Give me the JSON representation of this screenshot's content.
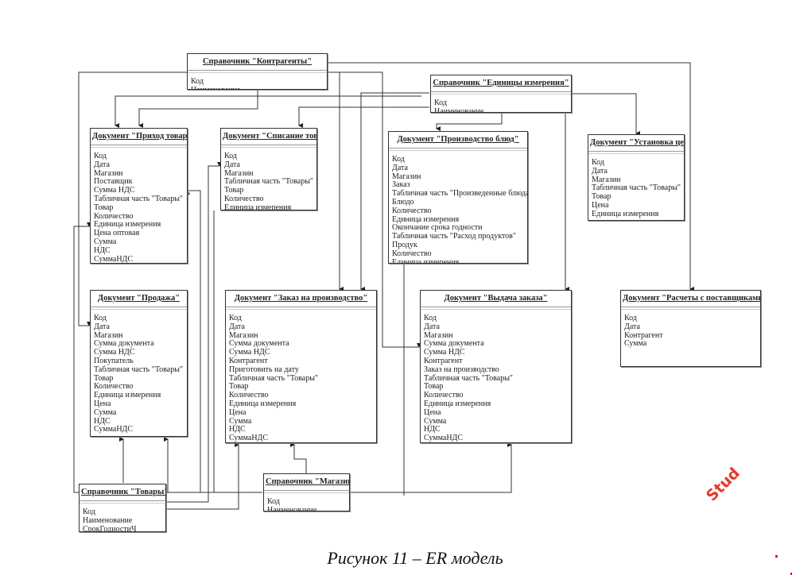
{
  "caption": "Рисунок 11 – ER модель",
  "watermark": "Stud",
  "entities": {
    "kontragenty": {
      "title": "Справочник \"Контрагенты\"",
      "fields": [
        "Код",
        "Наименование"
      ]
    },
    "edinicy": {
      "title": "Справочник \"Единицы измерения\"",
      "fields": [
        "Код",
        "Наименование"
      ]
    },
    "prihod": {
      "title": "Документ \"Приход товаров\"",
      "fields": [
        "Код",
        "Дата",
        "Магазин",
        "Поставщик",
        "Сумма НДС",
        "Табличная часть \"Товары\"",
        "Товар",
        "Количество",
        "Единица измерения",
        "Цена оптовая",
        "Сумма",
        "НДС",
        "СуммаНДС"
      ]
    },
    "spisanie": {
      "title": "Документ \"Списание товаров\"",
      "fields": [
        "Код",
        "Дата",
        "Магазин",
        "Табличная часть \"Товары\"",
        "Товар",
        "Количество",
        "Единица измерения"
      ]
    },
    "proizvodstvo": {
      "title": "Документ \"Производство блюд\"",
      "fields": [
        "Код",
        "Дата",
        "Магазин",
        "Заказ",
        "Табличная часть \"Произведенные блюда\"",
        "Блюдо",
        "Количество",
        "Единица измерения",
        "Окончание срока годности",
        "Табличная часть \"Расход продуктов\"",
        "Продук",
        "Количество",
        "Единица измерения"
      ]
    },
    "ustanovka": {
      "title": "Документ \"Установка цен на",
      "fields": [
        "Код",
        "Дата",
        "Магазин",
        "Табличная часть \"Товары\"",
        "Товар",
        "Цена",
        "Единица измерения"
      ]
    },
    "prodazha": {
      "title": "Документ \"Продажа\"",
      "fields": [
        "Код",
        "Дата",
        "Магазин",
        "Сумма документа",
        "Сумма НДС",
        "Покупатель",
        "Табличная часть \"Товары\"",
        "Товар",
        "Количество",
        "Единица измерения",
        "Цена",
        "Сумма",
        "НДС",
        "СуммаНДС"
      ]
    },
    "zakaz": {
      "title": "Документ \"Заказ на производство\"",
      "fields": [
        "Код",
        "Дата",
        "Магазин",
        "Сумма документа",
        "Сумма НДС",
        "Контрагент",
        "Приготовить на дату",
        "Табличная часть \"Товары\"",
        "Товар",
        "Количество",
        "Единица измерения",
        "Цена",
        "Сумма",
        "НДС",
        "СуммаНДС"
      ]
    },
    "vydacha": {
      "title": "Документ \"Выдача заказа\"",
      "fields": [
        "Код",
        "Дата",
        "Магазин",
        "Сумма документа",
        "Сумма НДС",
        "Контрагент",
        "Заказ на производство",
        "Табличная часть \"Товары\"",
        "Товар",
        "Количество",
        "Единица измерения",
        "Цена",
        "Сумма",
        "НДС",
        "СуммаНДС"
      ]
    },
    "raschety": {
      "title": "Документ \"Расчеты с поставщиками\"",
      "fields": [
        "Код",
        "Дата",
        "Контрагент",
        "Сумма"
      ]
    },
    "tovary": {
      "title": "Справочник \"Товары\"",
      "fields": [
        "Код",
        "Наименование",
        "СрокГодностиЧ"
      ]
    },
    "magaziny": {
      "title": "Справочник \"Магазины\"",
      "fields": [
        "Код",
        "Наименование"
      ]
    }
  }
}
